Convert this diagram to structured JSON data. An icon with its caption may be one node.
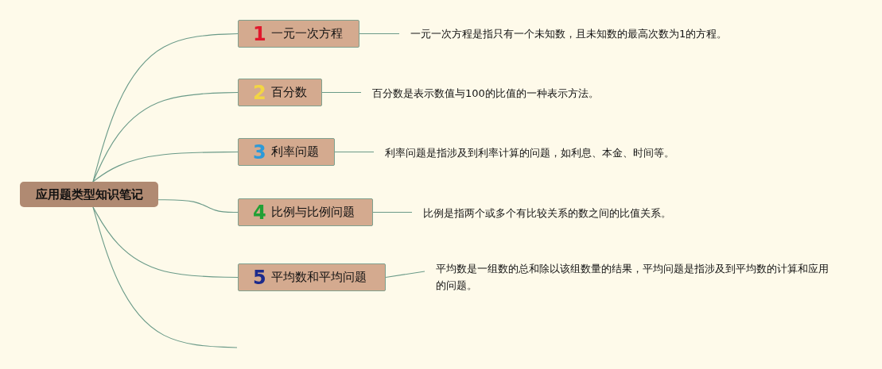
{
  "diagram": {
    "nodes": [
      {
        "text": [
          "应用题类型知识笔记"
        ]
      },
      {
        "text": [
          "1",
          "一元一次方程"
        ]
      },
      {
        "text": [
          "2",
          "百分数"
        ]
      },
      {
        "text": [
          "3",
          "利率问题"
        ]
      },
      {
        "text": [
          "4",
          "比例与比例问题"
        ]
      },
      {
        "text": [
          "5",
          "平均数和平均问题"
        ]
      },
      {
        "text": [
          "一元一次方程是指只有一个未知数，且未知数的最高次数为1的方程。"
        ]
      },
      {
        "text": [
          "百分数是表示数值与100的比值的一种表示方法。"
        ]
      },
      {
        "text": [
          "利率问题是指涉及到利率计算的问题，如利息、本金、时间等。"
        ]
      },
      {
        "text": [
          "比例是指两个或多个有比较关系的数之间的比值关系。"
        ]
      },
      {
        "text": [
          "平均数是一组数的总和除以该组数量的结果，平均问题是指涉及到平均数的计算和应用的问题。"
        ]
      }
    ],
    "edges": [
      {
        "from": 0,
        "to": 1,
        "arrow": "none"
      },
      {
        "from": 0,
        "to": 2,
        "arrow": "none"
      },
      {
        "from": 0,
        "to": 3,
        "arrow": "none"
      },
      {
        "from": 0,
        "to": 4,
        "arrow": "none"
      },
      {
        "from": 0,
        "to": 5,
        "arrow": "none"
      },
      {
        "from": 0,
        "to": null,
        "arrow": "none"
      },
      {
        "from": 1,
        "to": 6,
        "arrow": "none"
      },
      {
        "from": 2,
        "to": 7,
        "arrow": "none"
      },
      {
        "from": 3,
        "to": 8,
        "arrow": "none"
      },
      {
        "from": 4,
        "to": 9,
        "arrow": "none"
      },
      {
        "from": 5,
        "to": 10,
        "arrow": "none"
      }
    ]
  }
}
